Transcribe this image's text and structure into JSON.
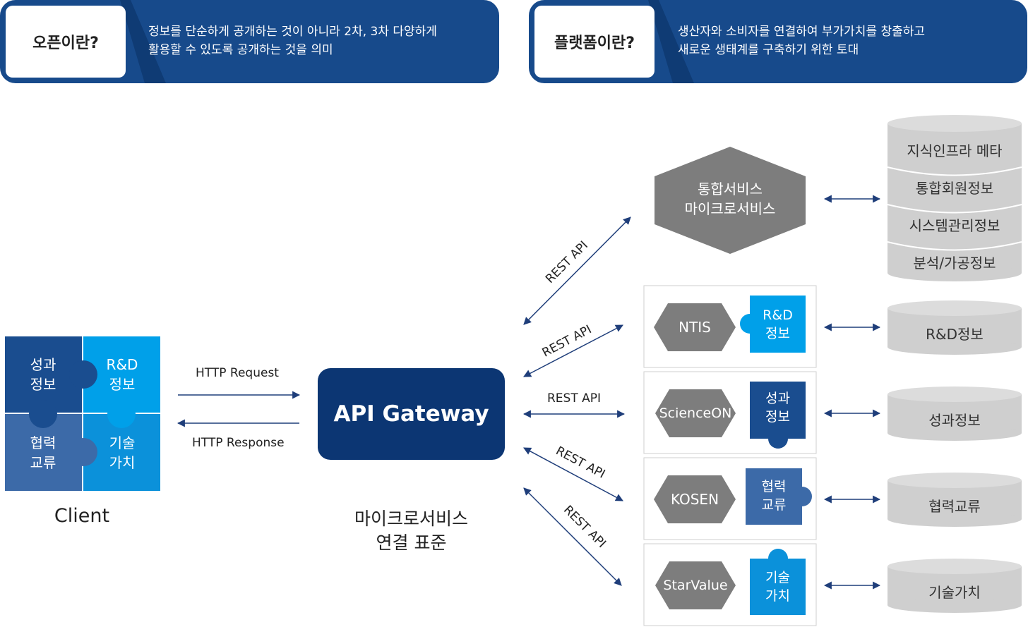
{
  "banners": [
    {
      "term": "오픈이란?",
      "description": [
        "정보를 단순하게 공개하는 것이 아니라 2차, 3차 다양하게",
        "활용할 수 있도록 공개하는 것을 의미"
      ]
    },
    {
      "term": "플랫폼이란?",
      "description": [
        "생산자와 소비자를 연결하여 부가가치를 창출하고",
        "새로운 생태계를 구축하기 위한 토대"
      ]
    }
  ],
  "client": {
    "label": "Client",
    "pieces": [
      {
        "text": [
          "성과",
          "정보"
        ],
        "color": "#1a4d8f"
      },
      {
        "text": [
          "R&D",
          "정보"
        ],
        "color": "#00a0e9"
      },
      {
        "text": [
          "협력",
          "교류"
        ],
        "color": "#3c6aa8"
      },
      {
        "text": [
          "기술",
          "가치"
        ],
        "color": "#0b91da"
      }
    ]
  },
  "http": {
    "request": "HTTP Request",
    "response": "HTTP Response"
  },
  "gateway": {
    "title": "API Gateway",
    "caption": [
      "마이크로서비스",
      "연결 표준"
    ],
    "color": "#0c3673"
  },
  "rest_label": "REST API",
  "integrated": {
    "text": [
      "통합서비스",
      "마이크로서비스"
    ],
    "db_items": [
      "지식인프라 메타",
      "통합회원정보",
      "시스템관리정보",
      "분석/가공정보"
    ]
  },
  "services": [
    {
      "name": "NTIS",
      "piece": [
        "R&D",
        "정보"
      ],
      "piece_color": "#00a0e9",
      "db": "R&D정보"
    },
    {
      "name": "ScienceON",
      "piece": [
        "성과",
        "정보"
      ],
      "piece_color": "#1a4d8f",
      "db": "성과정보"
    },
    {
      "name": "KOSEN",
      "piece": [
        "협력",
        "교류"
      ],
      "piece_color": "#3c6aa8",
      "db": "협력교류"
    },
    {
      "name": "StarValue",
      "piece": [
        "기술",
        "가치"
      ],
      "piece_color": "#0b91da",
      "db": "기술가치"
    }
  ],
  "colors": {
    "banner": "#174a8b",
    "hex": "#7d7d7d",
    "db": "#cfcfcf",
    "arrow": "#1f3e7a"
  }
}
